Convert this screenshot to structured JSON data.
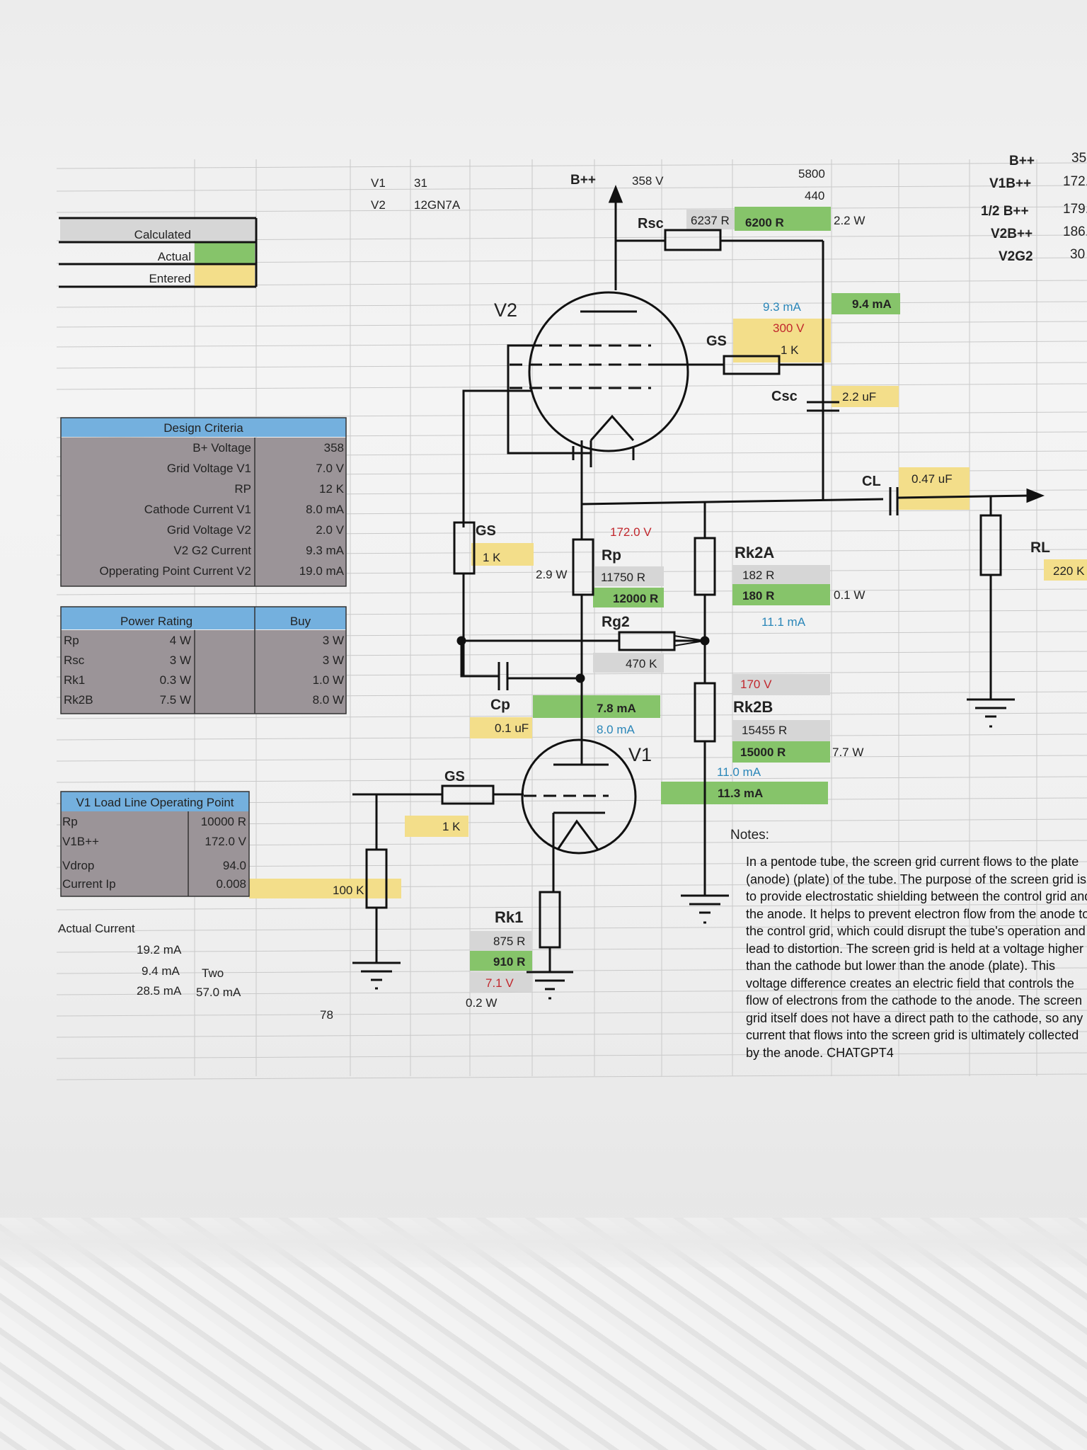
{
  "header": {
    "v1_label": "V1",
    "v1_tube": "31",
    "v2_label": "V2",
    "v2_tube": "12GN7A",
    "bpp_label": "B++",
    "bpp_value": "358 V",
    "top_a": "5800",
    "top_b": "440"
  },
  "right_summary": [
    {
      "label": "B++",
      "value": "35"
    },
    {
      "label": "V1B++",
      "value": "172."
    },
    {
      "label": "1/2 B++",
      "value": "179."
    },
    {
      "label": "V2B++",
      "value": "186."
    },
    {
      "label": "V2G2",
      "value": "30"
    }
  ],
  "legend": {
    "calculated": "Calculated",
    "actual": "Actual",
    "entered": "Entered"
  },
  "design_criteria": {
    "title": "Design Criteria",
    "rows": [
      {
        "label": "B+ Voltage",
        "value": "358"
      },
      {
        "label": "Grid Voltage V1",
        "value": "7.0 V"
      },
      {
        "label": "RP",
        "value": "12 K"
      },
      {
        "label": "Cathode Current V1",
        "value": "8.0 mA"
      },
      {
        "label": "Grid Voltage V2",
        "value": "2.0 V"
      },
      {
        "label": "V2 G2 Current",
        "value": "9.3 mA"
      },
      {
        "label": "Opperating Point Current V2",
        "value": "19.0 mA"
      }
    ]
  },
  "power_rating": {
    "title": "Power Rating",
    "buy": "Buy",
    "rows": [
      {
        "label": "Rp",
        "value": "4 W",
        "buy": "3 W"
      },
      {
        "label": "Rsc",
        "value": "3 W",
        "buy": "3 W"
      },
      {
        "label": "Rk1",
        "value": "0.3 W",
        "buy": "1.0 W"
      },
      {
        "label": "Rk2B",
        "value": "7.5 W",
        "buy": "8.0 W"
      }
    ]
  },
  "load_line": {
    "title": "V1 Load Line Operating Point",
    "rows": [
      {
        "label": "Rp",
        "value": "10000 R"
      },
      {
        "label": "V1B++",
        "value": "172.0 V"
      },
      {
        "label": "Vdrop",
        "value": "94.0"
      },
      {
        "label": "Current Ip",
        "value": "0.008"
      }
    ],
    "extra": "100 K"
  },
  "actual_current": {
    "title": "Actual Current",
    "r1": "19.2 mA",
    "r2": "9.4 mA",
    "r2b": "Two",
    "r3": "28.5 mA",
    "r3b": "57.0 mA",
    "r4": "78"
  },
  "schematic": {
    "v2": "V2",
    "v1": "V1",
    "rsc": "Rsc",
    "rsc_calc": "6237 R",
    "rsc_actual": "6200 R",
    "rsc_w": "2.2 W",
    "g2_calc_ma": "9.3 mA",
    "g2_actual_ma": "9.4 mA",
    "g2_v": "300 V",
    "gs_top": "GS",
    "gs_top_val": "1 K",
    "csc": "Csc",
    "csc_val": "2.2 uF",
    "cl": "CL",
    "cl_val": "0.47 uF",
    "gs_left": "GS",
    "gs_left_val": "1 K",
    "rp_v": "172.0 V",
    "rp": "Rp",
    "rp_calc": "11750 R",
    "rp_actual": "12000 R",
    "rp_w": "2.9 W",
    "rg2": "Rg2",
    "rg2_val": "470 K",
    "rk2a": "Rk2A",
    "rk2a_calc": "182 R",
    "rk2a_actual": "180 R",
    "rk2a_w": "0.1 W",
    "rk2a_ma": "11.1 mA",
    "rk2b_v": "170 V",
    "rk2b": "Rk2B",
    "rk2b_calc": "15455 R",
    "rk2b_actual": "15000 R",
    "rk2b_w": "7.7 W",
    "rk2b_ma_calc": "11.0 mA",
    "rk2b_ma_actual": "11.3 mA",
    "cp": "Cp",
    "cp_val": "0.1 uF",
    "v1_ma_actual": "7.8 mA",
    "v1_ma_calc": "8.0 mA",
    "gs_v1": "GS",
    "gs_v1_val": "1 K",
    "rk1": "Rk1",
    "rk1_calc": "875 R",
    "rk1_actual": "910 R",
    "rk1_v": "7.1 V",
    "rk1_w": "0.2 W",
    "rl": "RL",
    "rl_val": "220 K"
  },
  "notes": {
    "title": "Notes:",
    "body": "In a pentode tube, the screen grid current flows to the plate (anode) (plate) of the tube. The purpose of the screen grid is to provide electrostatic shielding between the control grid and the anode. It helps to prevent electron flow from the anode to the control grid, which could disrupt the tube's operation and lead to distortion. The screen grid is held at a voltage higher than the cathode but lower than the anode (plate). This voltage difference creates an electric field that controls the flow of electrons from the cathode to the anode. The screen grid itself does not have a direct path to the cathode, so any current that flows into the screen grid is ultimately collected by the anode. CHATGPT4"
  },
  "colors": {
    "calculated": "#d6d6d6",
    "actual": "#86c46a",
    "entered": "#f3de8a",
    "header": "#74b0de",
    "table_fill": "#9b9498",
    "red": "#c1272d",
    "blue": "#2a86b8"
  }
}
